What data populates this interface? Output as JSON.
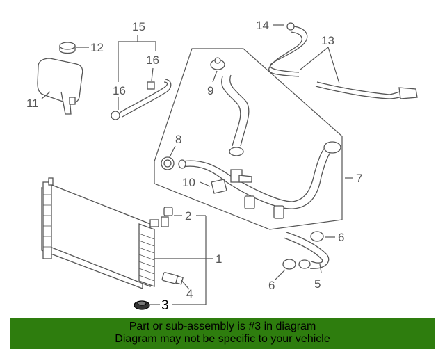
{
  "callouts": [
    {
      "id": "1",
      "label": "1"
    },
    {
      "id": "2",
      "label": "2"
    },
    {
      "id": "3",
      "label": "3"
    },
    {
      "id": "4",
      "label": "4"
    },
    {
      "id": "5",
      "label": "5"
    },
    {
      "id": "6a",
      "label": "6"
    },
    {
      "id": "6b",
      "label": "6"
    },
    {
      "id": "7",
      "label": "7"
    },
    {
      "id": "8",
      "label": "8"
    },
    {
      "id": "9",
      "label": "9"
    },
    {
      "id": "10",
      "label": "10"
    },
    {
      "id": "11",
      "label": "11"
    },
    {
      "id": "12",
      "label": "12"
    },
    {
      "id": "13",
      "label": "13"
    },
    {
      "id": "14",
      "label": "14"
    },
    {
      "id": "15",
      "label": "15"
    },
    {
      "id": "16a",
      "label": "16"
    },
    {
      "id": "16b",
      "label": "16"
    }
  ],
  "highlighted_part": "3",
  "banner": {
    "line1": "Part or sub-assembly is #3 in diagram",
    "line2": "Diagram may not be specific to your vehicle"
  },
  "colors": {
    "banner_bg": "#2e7d0e",
    "line": "#555555",
    "background": "#ffffff"
  }
}
